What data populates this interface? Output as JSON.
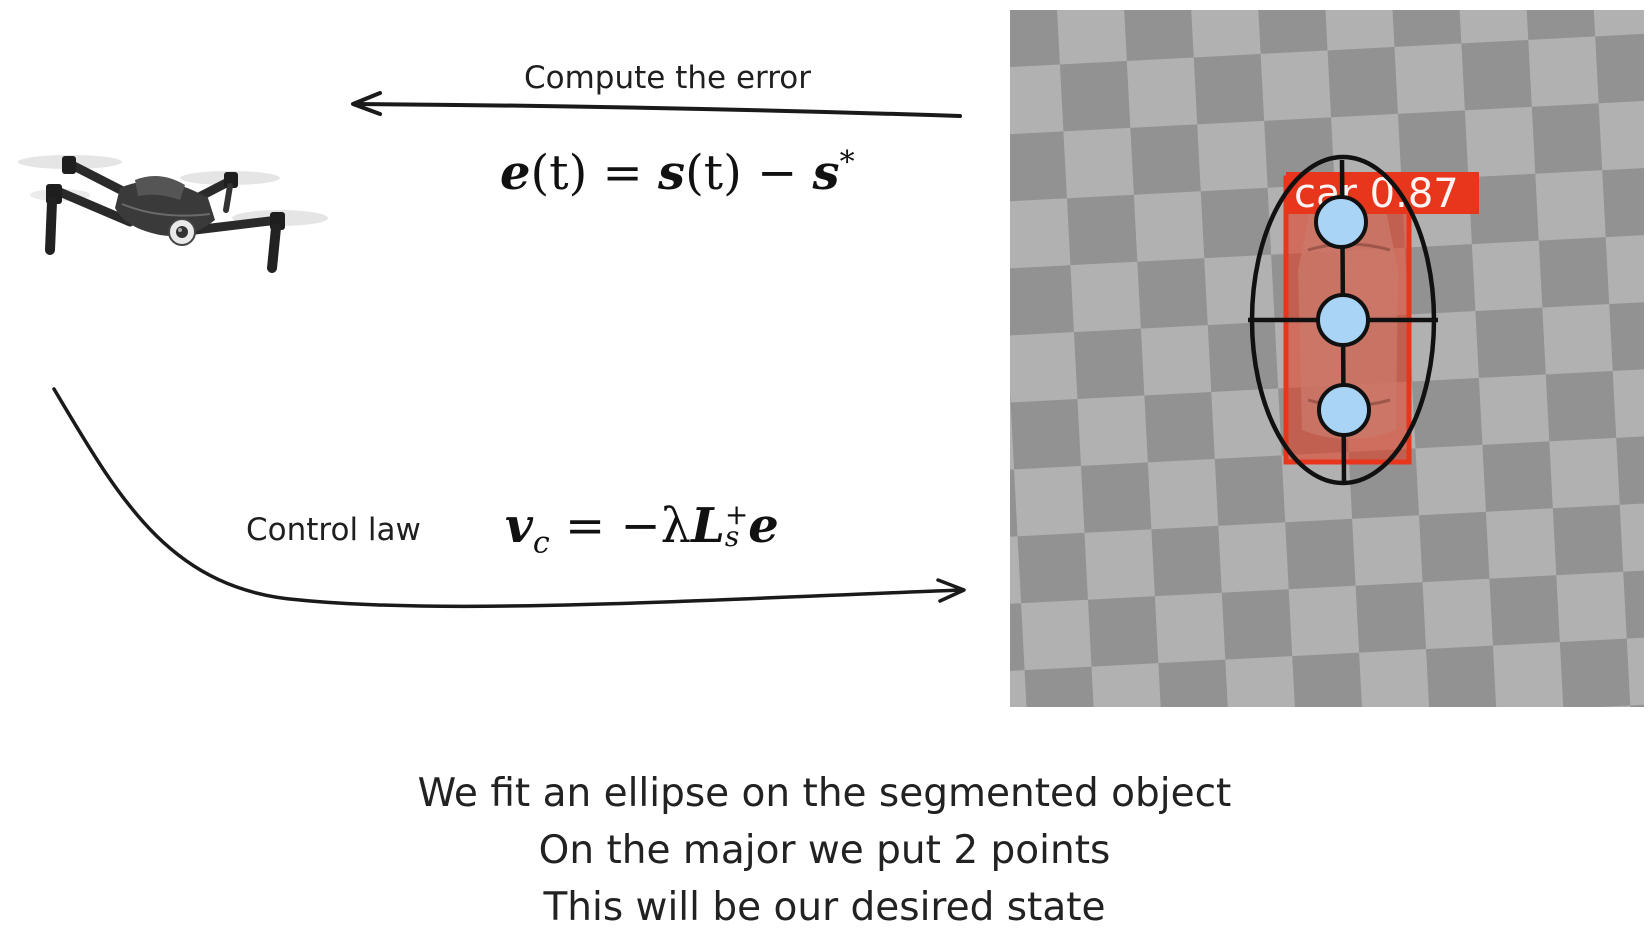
{
  "top_arrow": {
    "label": "Compute the error"
  },
  "error_equation": {
    "lhs_symbol": "e",
    "lhs_arg": "(t)",
    "equals": " = ",
    "s_symbol": "s",
    "s_arg": "(t)",
    "minus": " − ",
    "target_symbol": "s",
    "target_sup": "*"
  },
  "bottom_arrow": {
    "label": "Control law"
  },
  "control_equation": {
    "v_symbol": "v",
    "v_sub": "c",
    "rhs_prefix": " = −λ",
    "L_symbol": "L",
    "L_sup": "+",
    "L_sub": "s",
    "e_symbol": "e"
  },
  "detection": {
    "class_label": "car 0.87",
    "box_color": "#e8361c"
  },
  "markers": {
    "point_fill": "#a9d4f5",
    "point_stroke": "#111111"
  },
  "caption": {
    "line1": "We fit an ellipse on the segmented object",
    "line2": "On the major we put 2 points",
    "line3": "This will be our desired state"
  },
  "colors": {
    "checker_light": "#b1b1b1",
    "checker_dark": "#929292",
    "ink": "#1a1a1a"
  }
}
